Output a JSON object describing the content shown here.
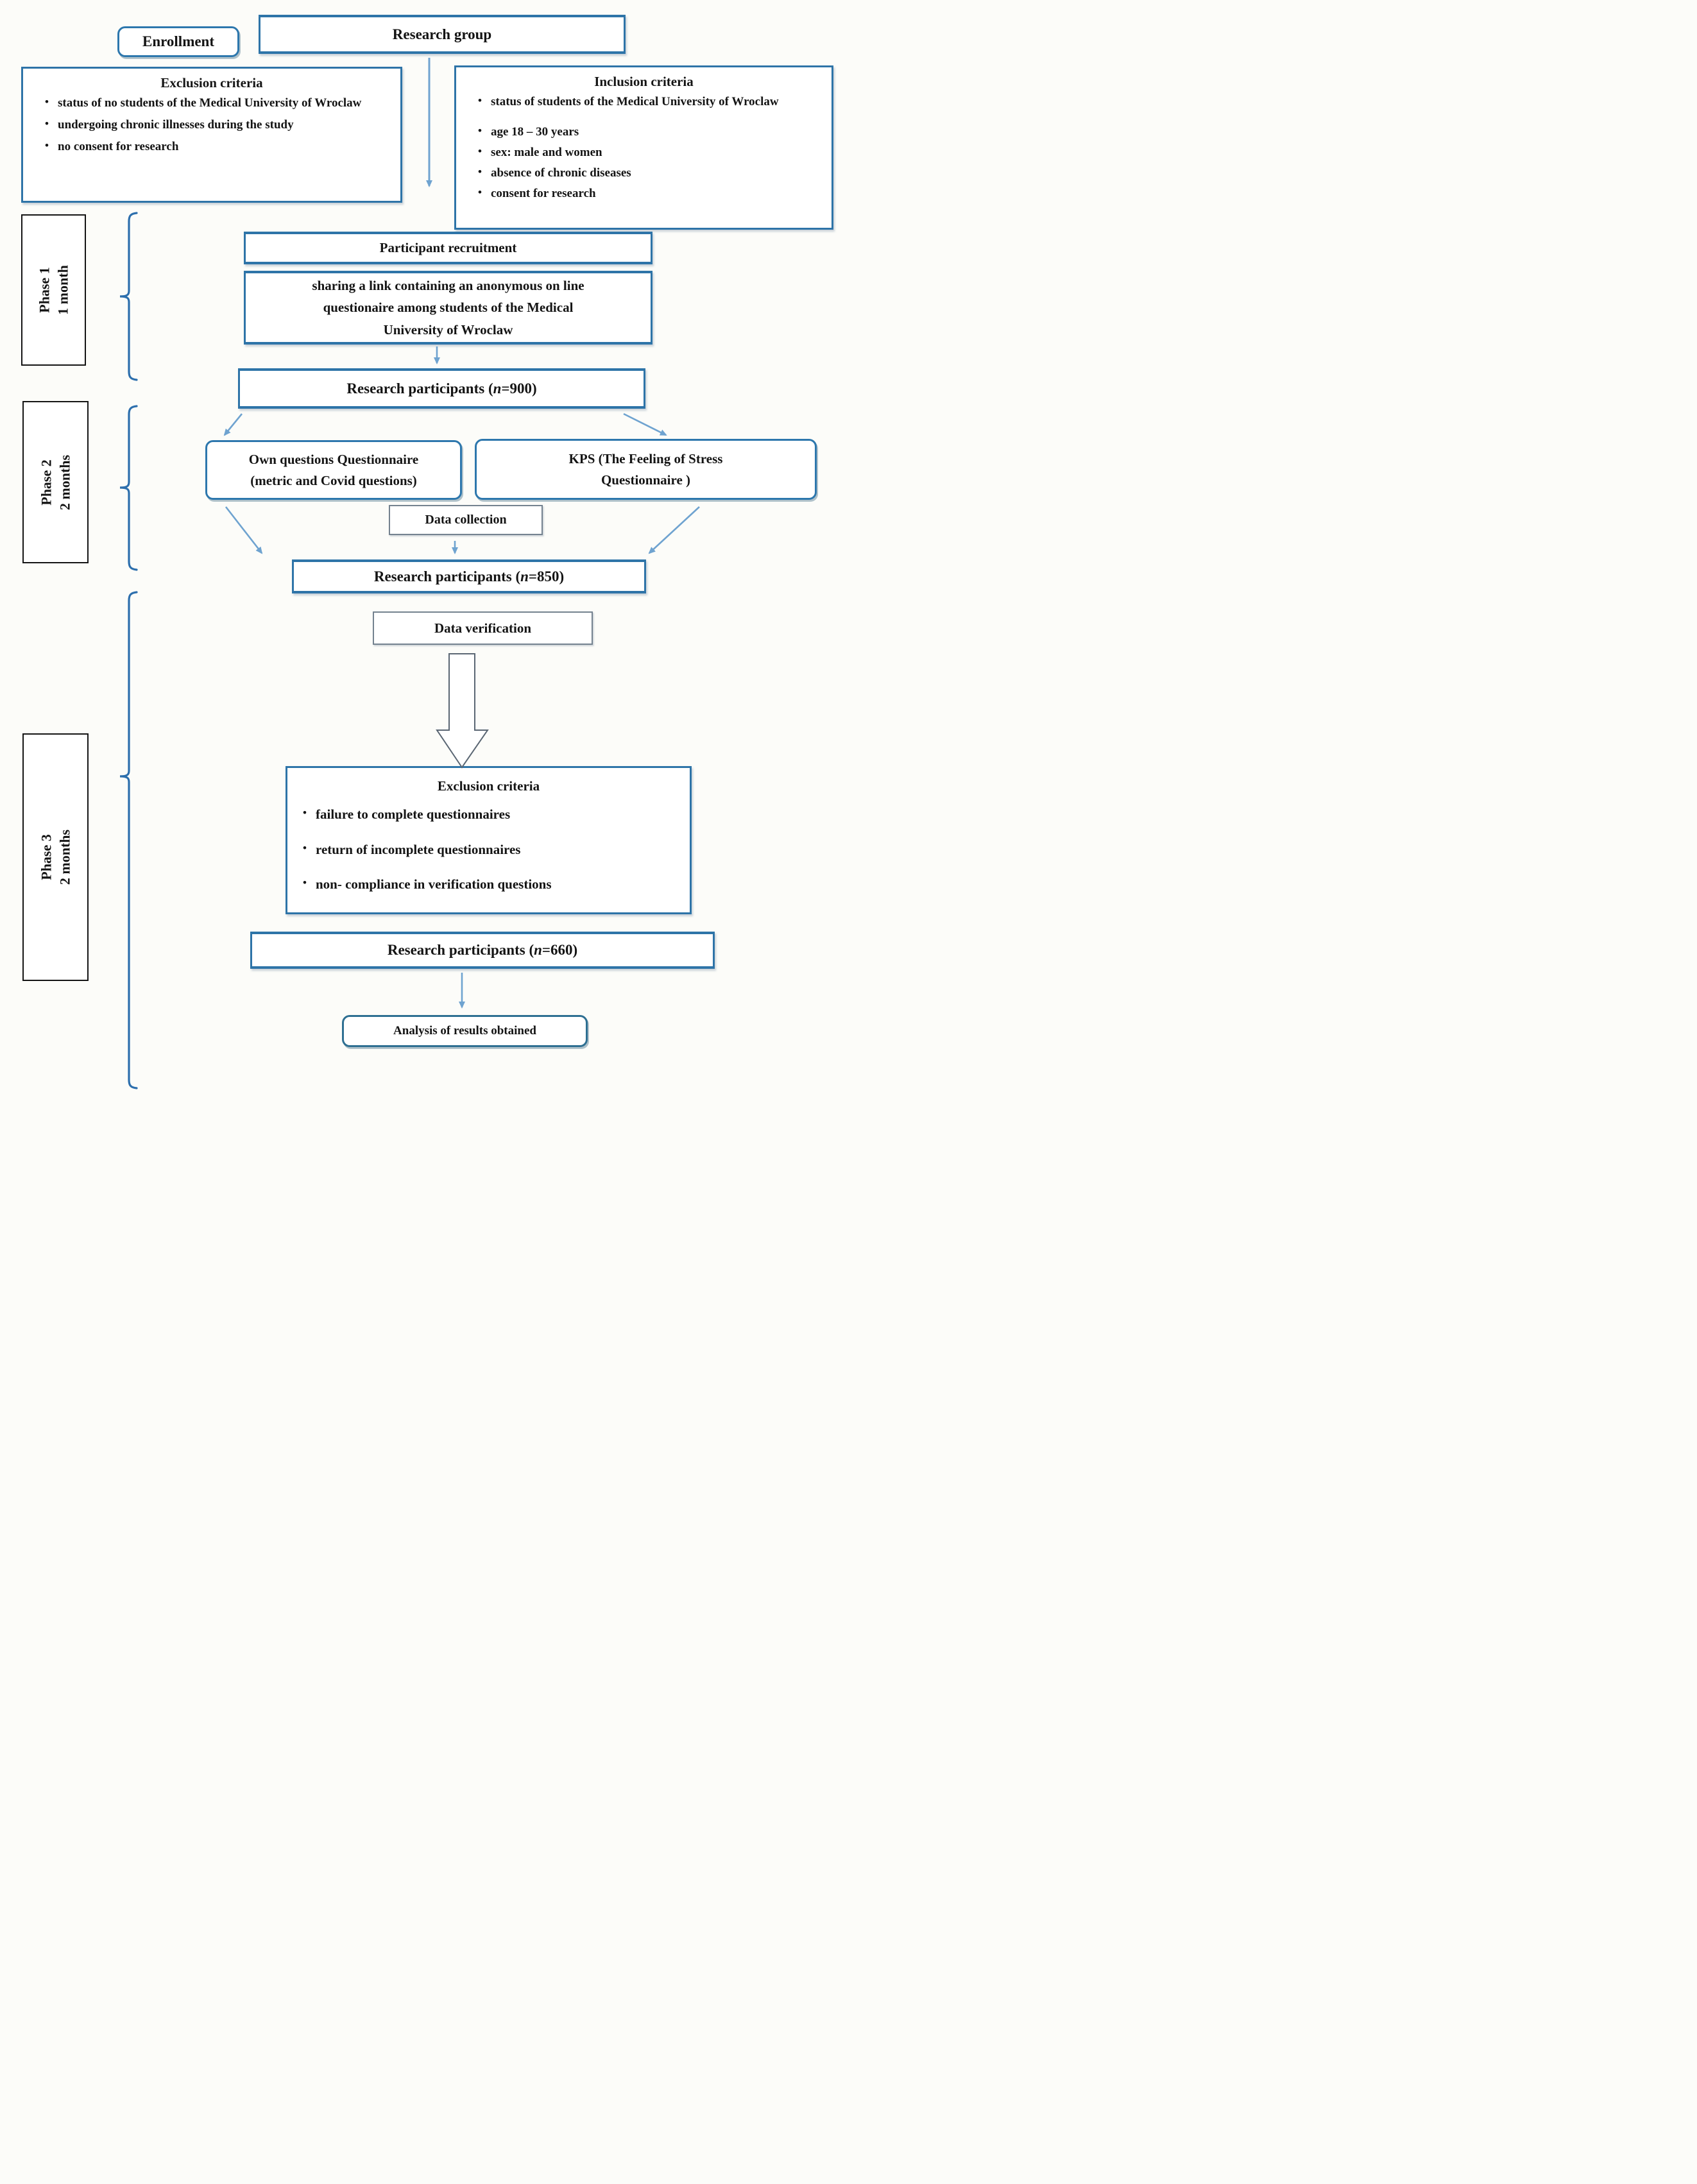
{
  "diagram": {
    "enrollment": "Enrollment",
    "research_group": "Research group",
    "exclusion_criteria_top": {
      "title": "Exclusion criteria",
      "items": [
        "status of no students of the Medical University of Wroclaw",
        "undergoing  chronic  illnesses during the study",
        "no consent for  research"
      ]
    },
    "inclusion_criteria": {
      "title": "Inclusion criteria",
      "items": [
        "status of students of the Medical University of Wroclaw",
        "age 18 – 30 years",
        "sex: male and women",
        "absence of chronic  diseases",
        "consent for  research"
      ]
    },
    "phases": [
      {
        "name": "Phase 1",
        "duration": "1 month"
      },
      {
        "name": "Phase 2",
        "duration": "2 months"
      },
      {
        "name": "Phase 3",
        "duration": "2 months"
      }
    ],
    "participant_recruitment": "Participant recruitment",
    "sharing_lines": [
      "sharing a link containing an anonymous  on line",
      "questionaire among students of the Medical",
      "University of Wroclaw"
    ],
    "participants_900": {
      "prefix": "Research participants (",
      "n": "n",
      "suffix": "=900)"
    },
    "own_questionnaire": {
      "line1": "Own questions Questionnaire",
      "line2": "(metric and Covid questions)"
    },
    "kps_questionnaire": {
      "line1": "KPS (The Feeling of Stress",
      "line2": "Questionnaire )"
    },
    "data_collection": "Data collection",
    "participants_850": {
      "prefix": "Research participants (",
      "n": "n",
      "suffix": "=850)"
    },
    "data_verification": "Data verification",
    "exclusion_criteria_bottom": {
      "title": "Exclusion criteria",
      "items": [
        "failure to complete questionnaires",
        "return of incomplete questionnaires",
        "non- compliance in verification questions"
      ]
    },
    "participants_660": {
      "prefix": "Research participants (",
      "n": "n",
      "suffix": "=660)"
    },
    "analysis": "Analysis of results obtained"
  },
  "colors": {
    "box_border_blue": "#2e74a8",
    "rounded_border_blue": "#2d77ad",
    "thin_border_gray": "#74828f",
    "arrow_blue": "#6fa3d0",
    "brace_blue": "#2d6fad",
    "big_arrow_outline": "#5a6673",
    "phase_border_black": "#141414",
    "text_black": "#141414"
  }
}
